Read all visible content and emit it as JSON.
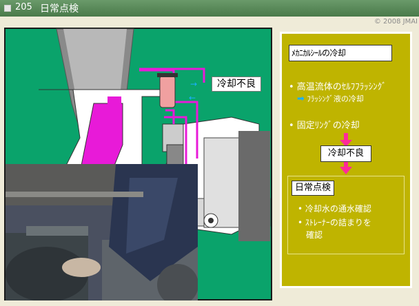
{
  "title": {
    "number": "205",
    "text": "日常点検"
  },
  "copyright": "© 2008 JMAI",
  "diagram": {
    "callout": "冷却不良"
  },
  "info": {
    "heading": "ﾒｶﾆｶﾙｼｰﾙの冷却",
    "bullet1": "• 高温流体のｾﾙﾌﾌﾗｯｼﾝｸﾞ",
    "bullet1_sub": "ﾌﾗｯｼﾝｸﾞ液の冷却",
    "bullet2": "• 固定ﾘﾝｸﾞの冷却",
    "result": "冷却不良",
    "daily": {
      "title": "日常点検",
      "item1": "• 冷却水の通水確認",
      "item2_line1": "• ｽﾄﾚｰﾅｰの詰まりを",
      "item2_line2": "確認"
    }
  },
  "colors": {
    "titlebar": "#5a8a5a",
    "panel": "#bfb400",
    "diagram_bg": "#0aa36b",
    "magenta": "#e81ad8",
    "arrow_blue": "#1ab0ff",
    "arrow_pink": "#ff2a9a"
  },
  "icons": {
    "title": "window-square-icon",
    "arrow": "arrow-right-icon"
  }
}
